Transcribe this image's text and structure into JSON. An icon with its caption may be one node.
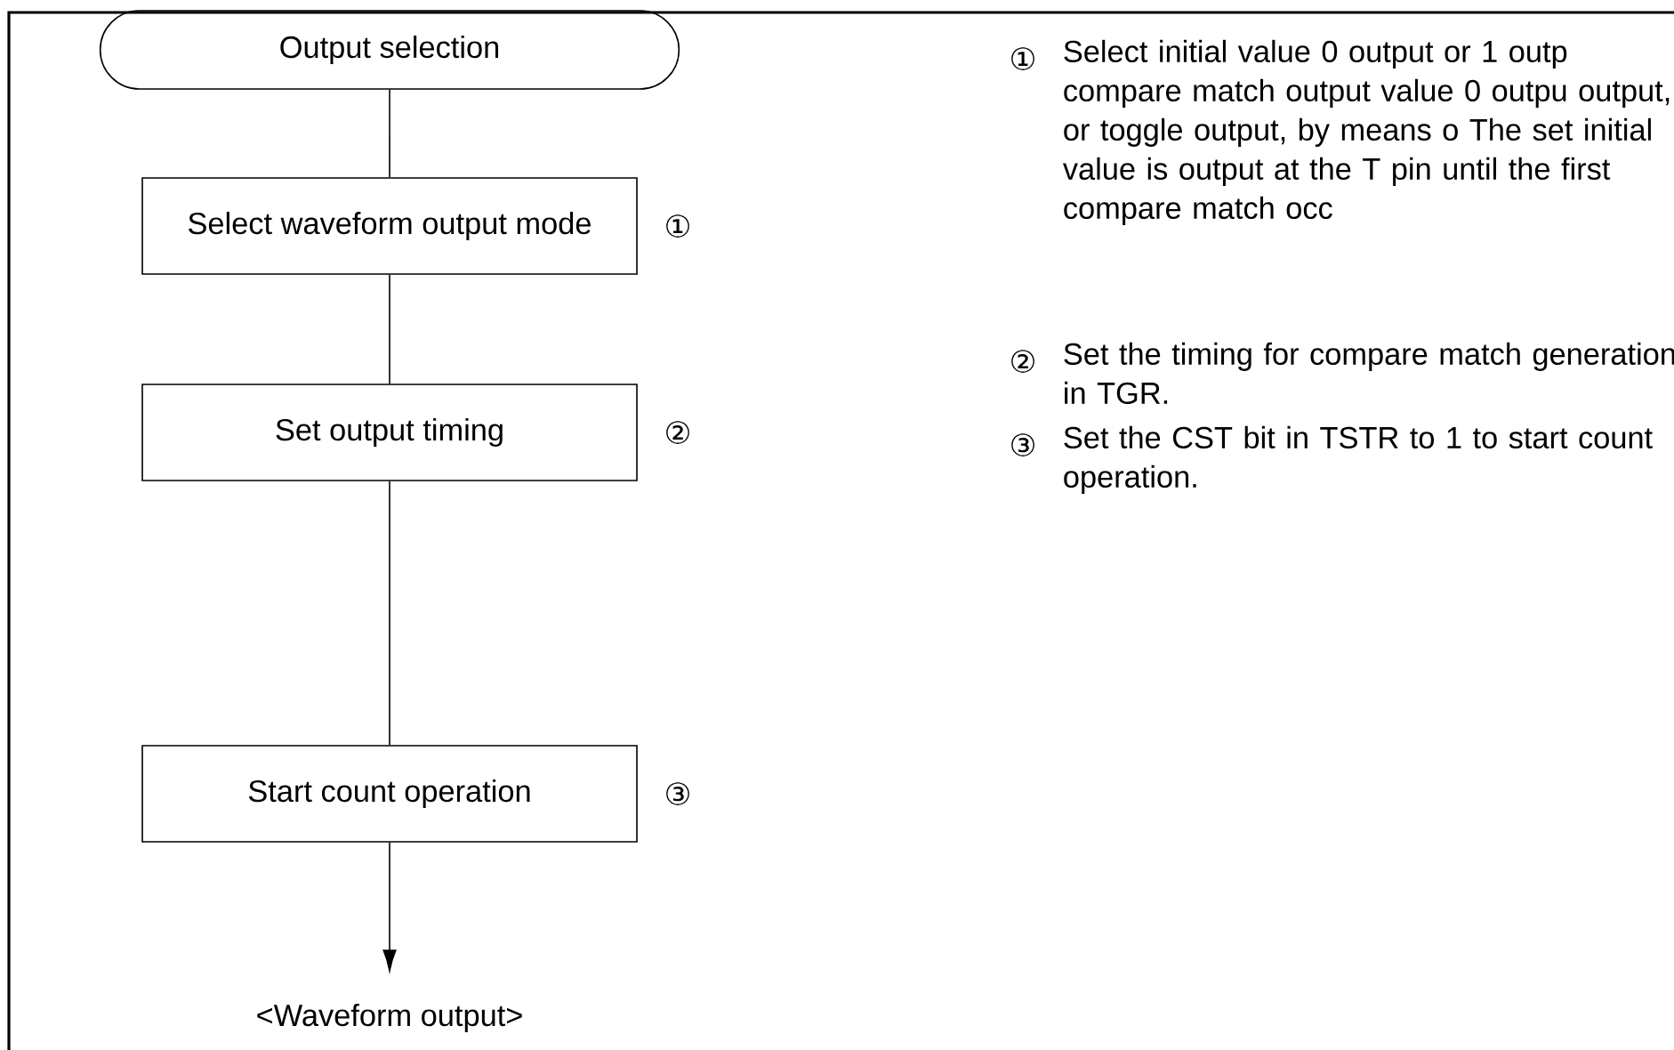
{
  "diagram": {
    "nodes": [
      {
        "text": [
          "Output selection"
        ]
      },
      {
        "text": [
          "Select waveform output mode"
        ],
        "beside": [
          "①"
        ]
      },
      {
        "text": [
          "Set output timing"
        ],
        "beside": [
          "②"
        ]
      },
      {
        "text": [
          "Start count operation"
        ],
        "beside": [
          "③"
        ]
      },
      {
        "text": [
          "<Waveform output>"
        ]
      }
    ],
    "edges": [
      {
        "from": 0,
        "to": 1,
        "arrow": "none"
      },
      {
        "from": 1,
        "to": 2,
        "arrow": "none"
      },
      {
        "from": 2,
        "to": 3,
        "arrow": "none"
      },
      {
        "from": 3,
        "to": 4,
        "arrow": "to"
      }
    ],
    "labels": [
      "①",
      "Select initial value 0 output or 1 outp compare match output value 0 outpu output, or toggle output, by means o The set initial value is output at the T pin until the first compare match occ",
      "②",
      "Set the timing for compare match generation in TGR.",
      "③",
      "Set the CST bit in TSTR to 1 to start count operation."
    ]
  }
}
